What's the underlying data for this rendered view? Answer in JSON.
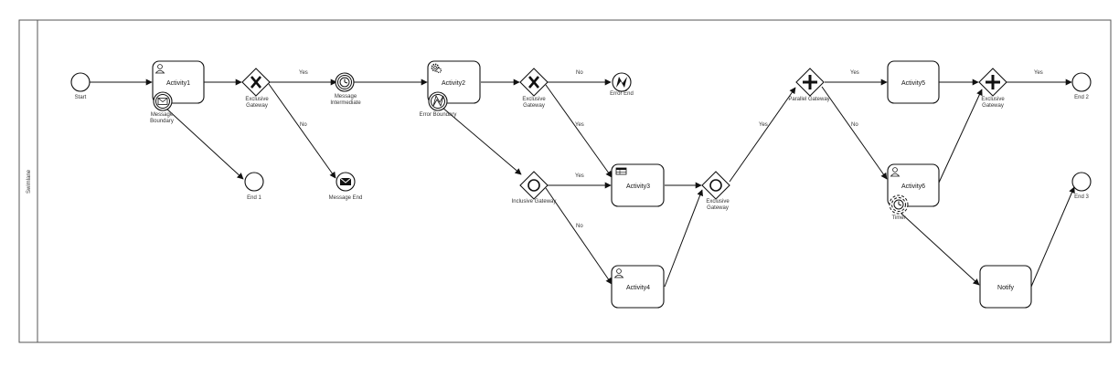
{
  "pool": {
    "lane_label": "Swimlane"
  },
  "events": {
    "start": "Start",
    "end1": "End 1",
    "end2": "End 2",
    "end3": "End 3",
    "message_end": "Message End",
    "error_end": "Error End",
    "message_intermediate": [
      "Message",
      "Intermediate"
    ],
    "message_boundary": [
      "Message",
      "Boundary"
    ],
    "error_boundary": "Error Boundary",
    "timer": "Timer"
  },
  "tasks": {
    "activity1": "Activity1",
    "activity2": "Activity2",
    "activity3": "Activity3",
    "activity4": "Activity4",
    "activity5": "Activity5",
    "activity6": "Activity6",
    "notify": "Notify"
  },
  "gateways": {
    "excl1": [
      "Exclusive",
      "Gateway"
    ],
    "excl2": [
      "Exclusive",
      "Gateway"
    ],
    "excl3": [
      "Exclusive",
      "Gateway"
    ],
    "excl4": [
      "Exclusive",
      "Gateway"
    ],
    "inclusive": "Inclusive Gateway",
    "parallel": "Parallel Gateway"
  },
  "flows": {
    "yes1": "Yes",
    "no1": "No",
    "no2": "No",
    "yes2": "Yes",
    "yes3": "Yes",
    "no3": "No",
    "yes4": "Yes",
    "yes5": "Yes",
    "no5": "No",
    "yes6": "Yes"
  },
  "colors": {
    "stroke": "#111111",
    "frame": "#555555",
    "label": "#333333"
  },
  "icons": {
    "user": "user-icon",
    "service": "gear-icon",
    "business_rule": "table-icon",
    "timer": "clock-icon",
    "message": "envelope-icon",
    "error": "lightning-icon"
  }
}
